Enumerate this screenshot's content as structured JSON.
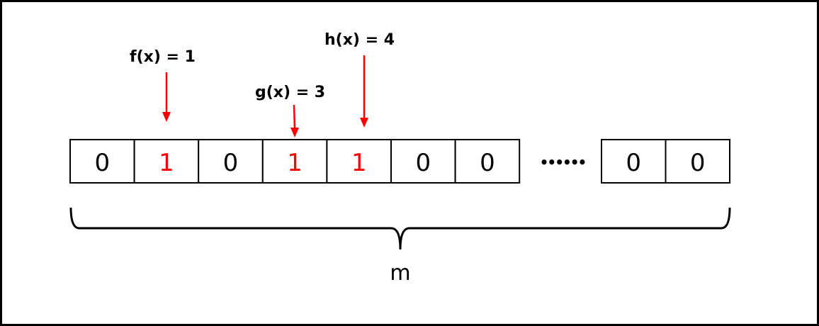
{
  "labels": {
    "f": "f(x) = 1",
    "g": "g(x) = 3",
    "h": "h(x) = 4"
  },
  "bits_left": [
    "0",
    "1",
    "0",
    "1",
    "1",
    "0",
    "0"
  ],
  "bits_right": [
    "0",
    "0"
  ],
  "highlighted_indices": [
    1,
    3,
    4
  ],
  "ellipsis": "••••••",
  "brace_label": "m",
  "colors": {
    "highlight": "#ff0000",
    "default": "#000000"
  }
}
